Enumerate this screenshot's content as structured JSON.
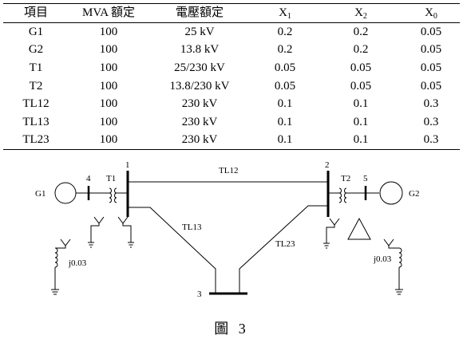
{
  "table": {
    "headers": {
      "item": "項目",
      "mva": "MVA 額定",
      "voltage": "電壓額定",
      "x1": "X",
      "x1_sub": "1",
      "x2": "X",
      "x2_sub": "2",
      "x0": "X",
      "x0_sub": "0"
    },
    "rows": [
      {
        "item": "G1",
        "mva": "100",
        "voltage": "25 kV",
        "x1": "0.2",
        "x2": "0.2",
        "x0": "0.05"
      },
      {
        "item": "G2",
        "mva": "100",
        "voltage": "13.8 kV",
        "x1": "0.2",
        "x2": "0.2",
        "x0": "0.05"
      },
      {
        "item": "T1",
        "mva": "100",
        "voltage": "25/230 kV",
        "x1": "0.05",
        "x2": "0.05",
        "x0": "0.05"
      },
      {
        "item": "T2",
        "mva": "100",
        "voltage": "13.8/230 kV",
        "x1": "0.05",
        "x2": "0.05",
        "x0": "0.05"
      },
      {
        "item": "TL12",
        "mva": "100",
        "voltage": "230 kV",
        "x1": "0.1",
        "x2": "0.1",
        "x0": "0.3"
      },
      {
        "item": "TL13",
        "mva": "100",
        "voltage": "230 kV",
        "x1": "0.1",
        "x2": "0.1",
        "x0": "0.3"
      },
      {
        "item": "TL23",
        "mva": "100",
        "voltage": "230 kV",
        "x1": "0.1",
        "x2": "0.1",
        "x0": "0.3"
      }
    ]
  },
  "diagram": {
    "g1": "G1",
    "g2": "G2",
    "t1": "T1",
    "t2": "T2",
    "bus1": "1",
    "bus2": "2",
    "bus3": "3",
    "bus4": "4",
    "bus5": "5",
    "tl12": "TL12",
    "tl13": "TL13",
    "tl23": "TL23",
    "g1_ground_reactance": "j0.03",
    "g2_ground_reactance": "j0.03"
  },
  "caption": "圖 3"
}
